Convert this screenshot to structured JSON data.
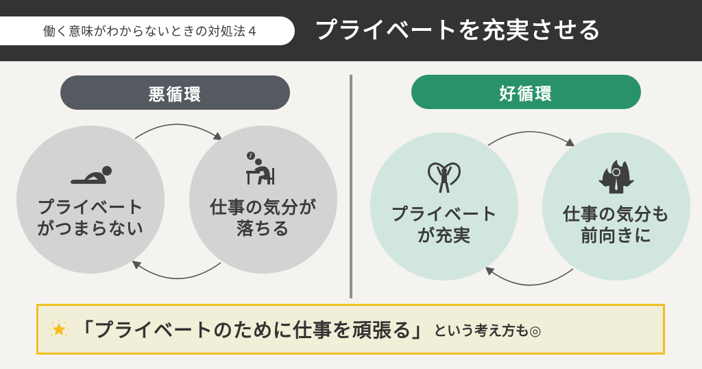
{
  "header": {
    "subtitle": "働く意味がわからないときの対処法４",
    "title": "プライベートを充実させる"
  },
  "bad_cycle": {
    "label": "悪循環",
    "color": "#555960",
    "nodes": [
      {
        "icon": "lying-down-person-icon",
        "line1": "プライベート",
        "line2": "がつまらない"
      },
      {
        "icon": "tired-worker-at-desk-icon",
        "line1": "仕事の気分が",
        "line2": "落ちる"
      }
    ]
  },
  "good_cycle": {
    "label": "好循環",
    "color": "#2a926a",
    "nodes": [
      {
        "icon": "person-heart-icon",
        "line1": "プライベート",
        "line2": "が充実"
      },
      {
        "icon": "fired-up-businessman-icon",
        "line1": "仕事の気分も",
        "line2": "前向きに"
      }
    ]
  },
  "tip": {
    "icon": "star-icon",
    "main": "「プライベートのために仕事を頑張る」",
    "sub": "という考え方も◎"
  },
  "colors": {
    "header_bg": "#333333",
    "background": "#f4f3ef",
    "gray_circle": "#d3d3d3",
    "mint_circle": "#d1e6de",
    "tip_border": "#f0c020",
    "tip_bg": "#f2efd8"
  }
}
